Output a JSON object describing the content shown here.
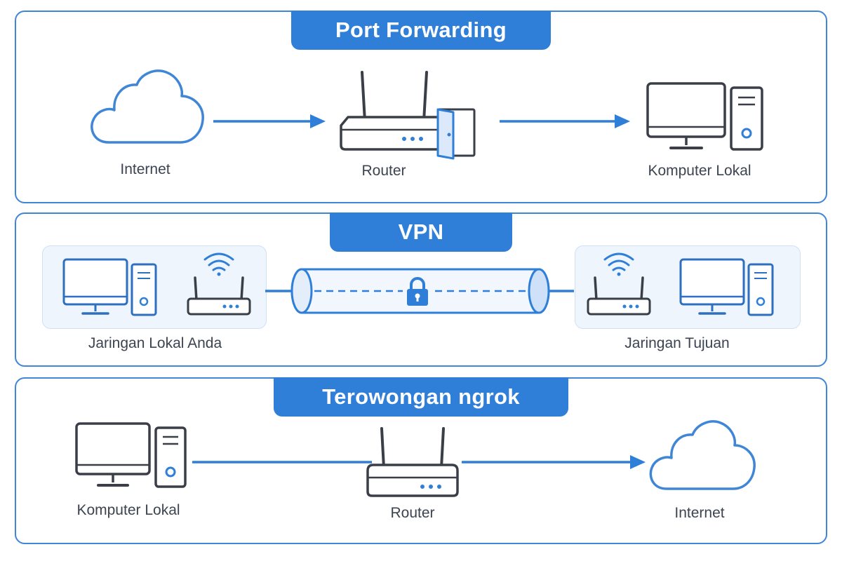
{
  "port_forwarding": {
    "title": "Port Forwarding",
    "nodes": {
      "internet": "Internet",
      "router": "Router",
      "computer": "Komputer Lokal"
    },
    "icons": [
      "cloud-icon",
      "router-icon",
      "door-icon",
      "computer-icon"
    ]
  },
  "vpn": {
    "title": "VPN",
    "local_network": "Jaringan Lokal Anda",
    "target_network": "Jaringan Tujuan",
    "icons": [
      "computer-icon",
      "wifi-router-icon",
      "tunnel-icon",
      "lock-icon"
    ]
  },
  "ngrok": {
    "title": "Terowongan ngrok",
    "nodes": {
      "computer": "Komputer Lokal",
      "router": "Router",
      "internet": "Internet"
    },
    "icons": [
      "computer-icon",
      "router-icon",
      "cloud-icon"
    ]
  },
  "colors": {
    "accent": "#2f7fd9",
    "stroke": "#3a3f47",
    "panel_border": "#3f86d6",
    "netbox": "#eef5fd"
  }
}
